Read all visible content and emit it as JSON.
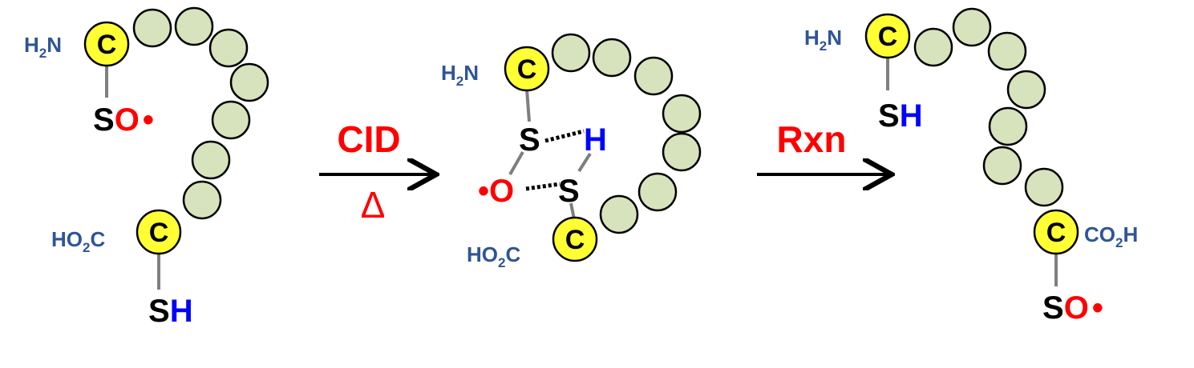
{
  "colors": {
    "residue_fill": "#d6e3bc",
    "cysteine_fill": "#ffff33",
    "terminus_text": "#2e5597",
    "sulfur": "#000000",
    "oxygen_radical": "#ff0000",
    "hydrogen": "#0000ff",
    "arrow_label": "#ff0000"
  },
  "labels": {
    "cys": "C",
    "n_term": {
      "main": "H",
      "sub": "2",
      "tail": "N"
    },
    "c_term_left": {
      "head": "HO",
      "sub": "2",
      "tail": "C"
    },
    "c_term_right": {
      "head": "CO",
      "sub": "2",
      "tail": "H"
    },
    "s": "S",
    "o": "O",
    "h": "H",
    "dot": "•"
  },
  "arrows": {
    "step1": {
      "top": "CID",
      "bottom": "Δ"
    },
    "step2": {
      "top": "Rxn"
    }
  }
}
